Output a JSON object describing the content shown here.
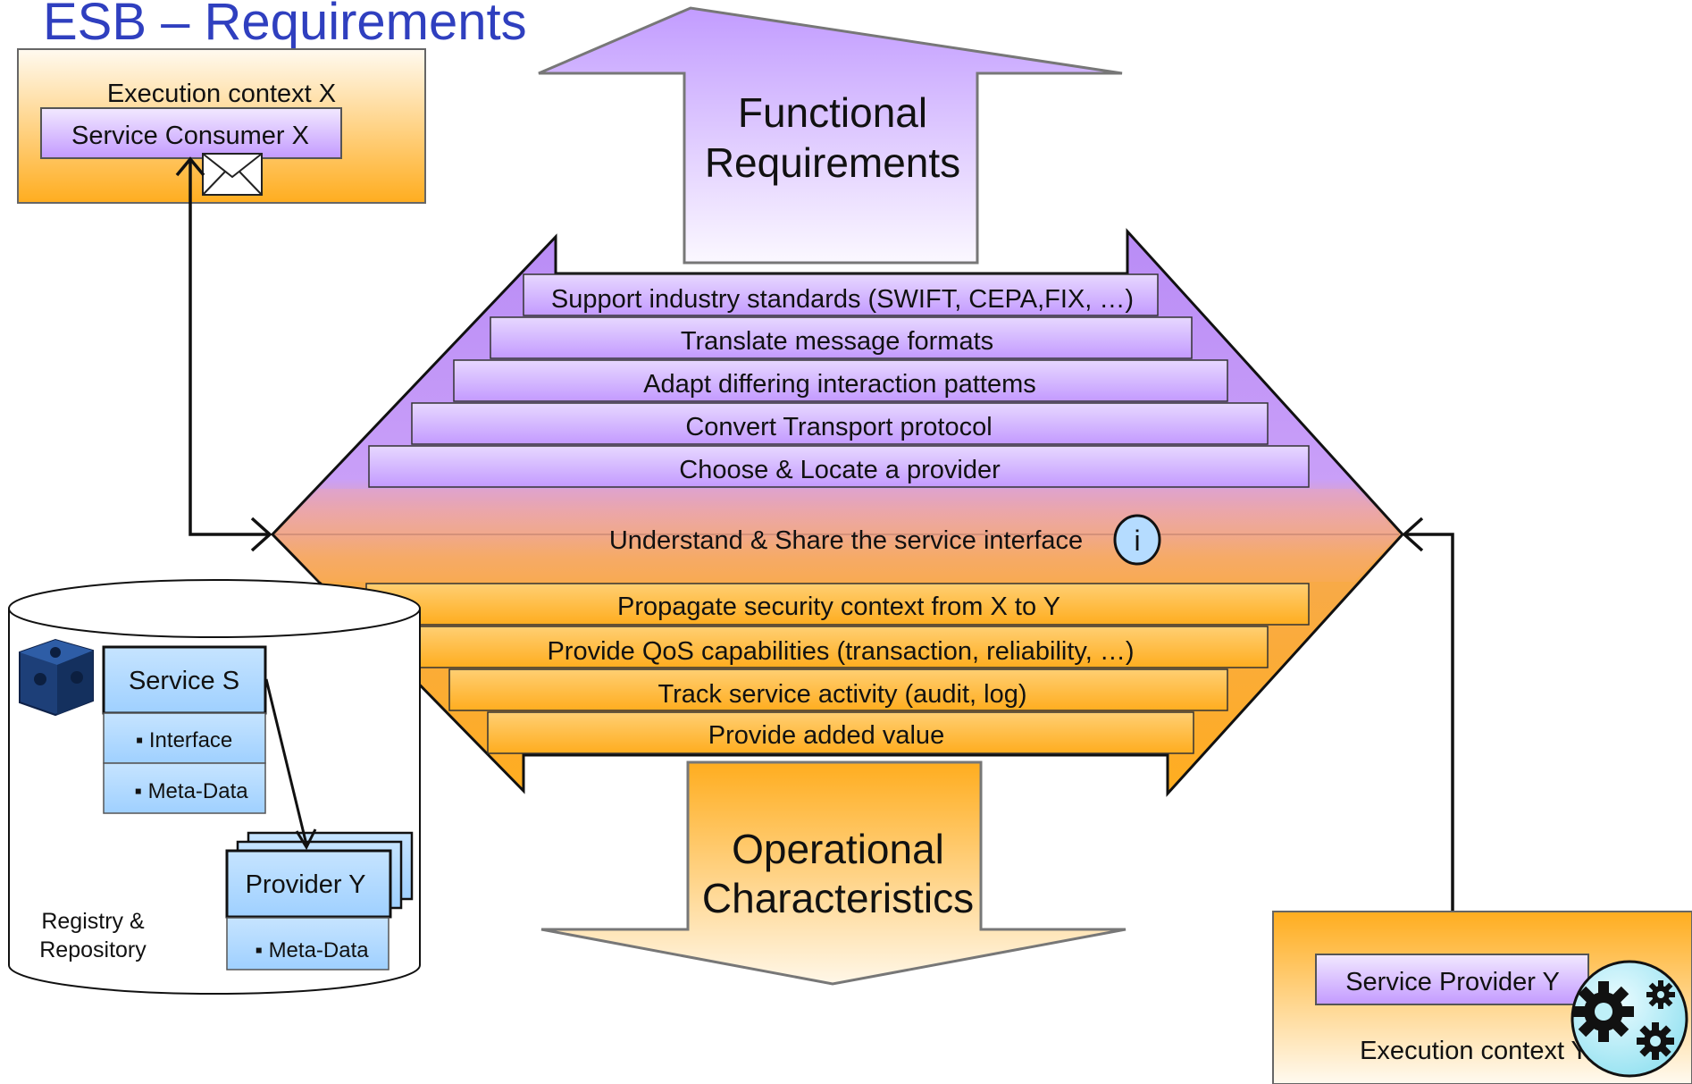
{
  "title": "ESB – Requirements",
  "functional_arrow": {
    "line1": "Functional",
    "line2": "Requirements"
  },
  "operational_arrow": {
    "line1": "Operational",
    "line2": "Characteristics"
  },
  "functional_bands": [
    "Support industry standards (SWIFT, CEPA,FIX, …)",
    "Translate message formats",
    "Adapt differing interaction pattems",
    "Convert Transport protocol",
    "Choose & Locate a provider"
  ],
  "middle_band": "Understand & Share the service interface",
  "info_badge": "i",
  "operational_bands": [
    "Propagate security context from X to Y",
    "Provide QoS capabilities (transaction, reliability, …)",
    "Track service activity (audit, log)",
    "Provide added value"
  ],
  "consumer": {
    "context_label": "Execution context X",
    "service_label": "Service Consumer X"
  },
  "provider": {
    "context_label": "Execution context Y",
    "service_label": "Service Provider Y"
  },
  "registry": {
    "label_line1": "Registry &",
    "label_line2": "Repository",
    "service_title": "Service S",
    "service_items": [
      "Interface",
      "Meta-Data"
    ],
    "provider_title": "Provider Y",
    "provider_items": [
      "Meta-Data"
    ]
  },
  "colors": {
    "title": "#2f3fbf",
    "purple_light": "#f4ecff",
    "purple": "#c7a3ff",
    "purple_dark": "#a87bf0",
    "orange": "#ffad1f",
    "orange_light": "#fff6e4",
    "blue_box": "#b5dcff",
    "cube": "#1d3f78"
  }
}
